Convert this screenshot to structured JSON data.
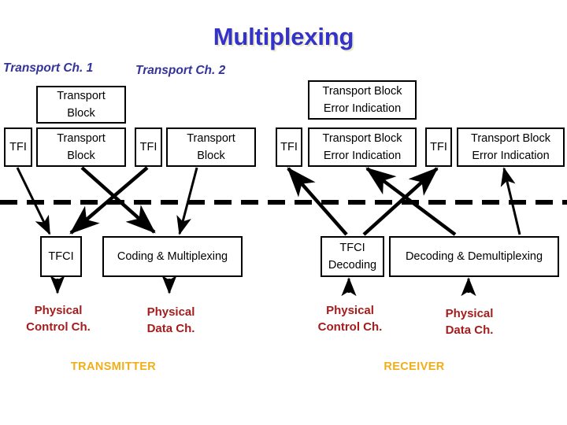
{
  "slide": {
    "title": "Multiplexing",
    "title_color": "#3333cc",
    "title_shadow_color": "#ece9c6",
    "background": "#ffffff"
  },
  "channel_labels": [
    {
      "text": "Transport Ch. 1",
      "color": "#333399"
    },
    {
      "text": "Transport Ch. 2",
      "color": "#333399"
    }
  ],
  "transmitter": {
    "section_label": "TRANSMITTER",
    "section_label_color": "#f0ae19",
    "upper_block": {
      "line1": "Transport",
      "line2": "Block"
    },
    "channel1": {
      "tfi": "TFI",
      "block": {
        "line1": "Transport",
        "line2": "Block"
      }
    },
    "channel2": {
      "tfi": "TFI",
      "block": {
        "line1": "Transport",
        "line2": "Block"
      }
    },
    "tfci_box": "TFCI",
    "coding_box": "Coding & Multiplexing",
    "physical_control": {
      "line1": "Physical",
      "line2": "Control Ch."
    },
    "physical_data": {
      "line1": "Physical",
      "line2": "Data Ch."
    },
    "physical_color": "#a61c1c"
  },
  "receiver": {
    "section_label": "RECEIVER",
    "section_label_color": "#f0ae19",
    "upper_block": {
      "line1": "Transport Block",
      "line2": "Error Indication"
    },
    "channel1": {
      "tfi": "TFI",
      "block": {
        "line1": "Transport Block",
        "line2": "Error Indication"
      }
    },
    "channel2": {
      "tfi": "TFI",
      "block": {
        "line1": "Transport Block",
        "line2": "Error Indication"
      }
    },
    "tfci_box": {
      "line1": "TFCI",
      "line2": "Decoding"
    },
    "decoding_box": "Decoding & Demultiplexing",
    "physical_control": {
      "line1": "Physical",
      "line2": "Control Ch."
    },
    "physical_data": {
      "line1": "Physical",
      "line2": "Data Ch."
    },
    "physical_color": "#a61c1c"
  },
  "air_interface": {
    "style": "dashed",
    "color": "#000000"
  }
}
